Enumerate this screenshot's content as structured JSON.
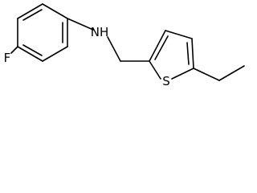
{
  "molecule": {
    "atoms": {
      "nitrogen": "NH",
      "fluorine": "F",
      "sulfur": "S"
    }
  }
}
